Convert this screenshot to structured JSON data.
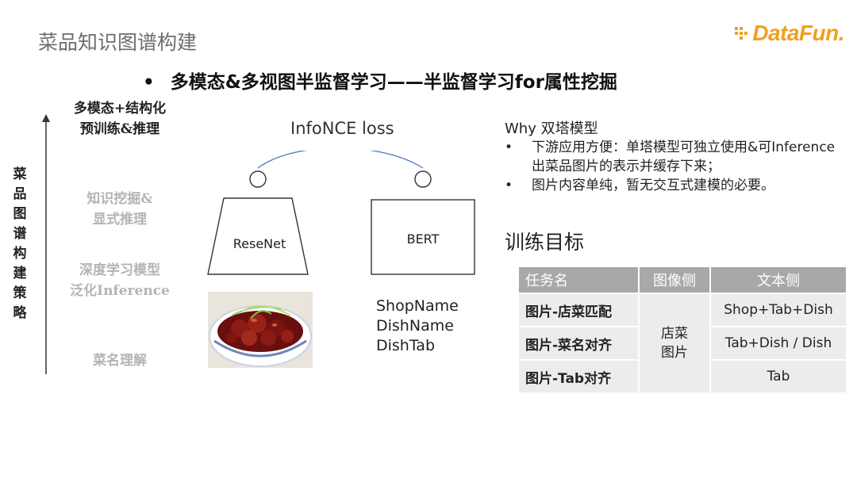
{
  "header": {
    "title": "菜品知识图谱构建",
    "logo": "DataFun.",
    "subtitle_bullet": "•",
    "subtitle": "多模态&多视图半监督学习——半监督学习for属性挖掘"
  },
  "strategy_axis": {
    "label": "菜品图谱构建策略",
    "levels": [
      {
        "line1": "多模态+结构化",
        "line2": "预训练&推理",
        "emphasis": "strong"
      },
      {
        "line1": "知识挖掘&",
        "line2": "显式推理",
        "emphasis": "faded"
      },
      {
        "line1": "深度学习模型",
        "line2": "泛化Inference",
        "emphasis": "faded"
      },
      {
        "line1": "菜名理解",
        "line2": "",
        "emphasis": "faded"
      }
    ]
  },
  "model_diagram": {
    "loss_label": "InfoNCE loss",
    "image_encoder": "ReseNet",
    "text_encoder": "BERT",
    "text_inputs": [
      "ShopName",
      "DishName",
      "DishTab"
    ]
  },
  "why": {
    "title": "Why 双塔模型",
    "bullet": "•",
    "items": [
      "下游应用方便：单塔模型可独立使用&可Inference出菜品图片的表示并缓存下来；",
      "图片内容单纯，暂无交互式建模的必要。"
    ]
  },
  "training": {
    "title": "训练目标",
    "headers": [
      "任务名",
      "图像侧",
      "文本侧"
    ],
    "image_side": "店菜图片",
    "rows": [
      {
        "task": "图片-店菜匹配",
        "text": "Shop+Tab+Dish"
      },
      {
        "task": "图片-菜名对齐",
        "text": "Tab+Dish / Dish"
      },
      {
        "task": "图片-Tab对齐",
        "text": "Tab"
      }
    ]
  },
  "colors": {
    "logo": "#f0a020",
    "table_header": "#a8a8a8",
    "table_cell": "#ececec",
    "faded_text": "#b4b4b4"
  }
}
